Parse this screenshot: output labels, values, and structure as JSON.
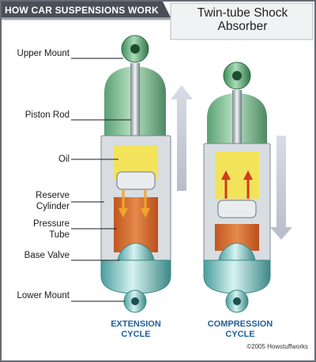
{
  "header": {
    "title": "HOW CAR SUSPENSIONS WORK",
    "subtitle": "Twin-tube Shock Absorber"
  },
  "labels": {
    "upper_mount": "Upper Mount",
    "piston_rod": "Piston Rod",
    "oil": "Oil",
    "reserve_cylinder": "Reserve Cylinder",
    "pressure_tube": "Pressure Tube",
    "base_valve": "Base Valve",
    "lower_mount": "Lower Mount"
  },
  "cycles": {
    "extension": "EXTENSION CYCLE",
    "compression": "COMPRESSION CYCLE"
  },
  "copyright": "©2005 Howstuffworks",
  "colors": {
    "banner": "#4a4f57",
    "mount": "#8ec9a3",
    "outer_body": "#5fae7a",
    "oil": "#f2e35b",
    "pressure_tube": "#d4692f",
    "base_valve": "#9fd6d3",
    "arrow": "#c9ccd8",
    "cycle_text": "#1f5f9a"
  }
}
